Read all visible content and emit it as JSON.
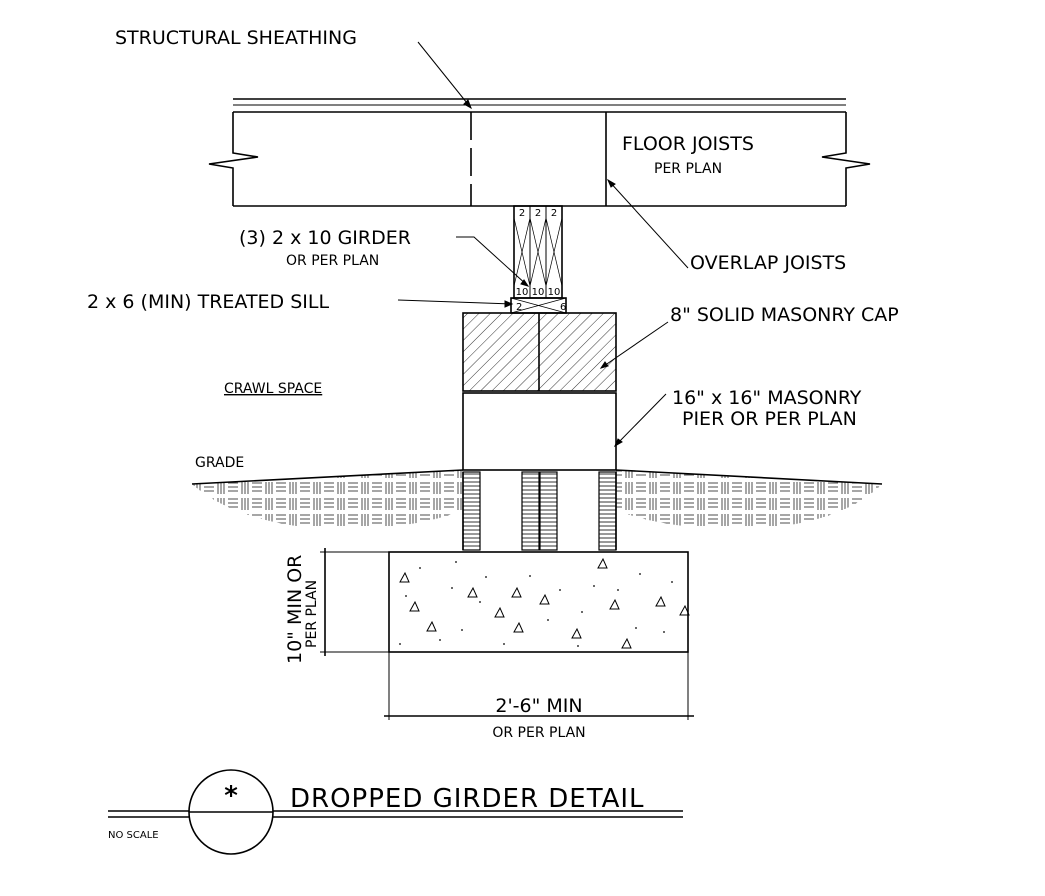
{
  "labels": {
    "structural_sheathing": "STRUCTURAL SHEATHING",
    "floor_joists": "FLOOR JOISTS",
    "floor_joists_sub": "PER PLAN",
    "girder": "(3) 2 x 10 GIRDER",
    "girder_sub": "OR PER PLAN",
    "overlap_joists": "OVERLAP JOISTS",
    "treated_sill": "2 x 6 (MIN) TREATED SILL",
    "masonry_cap": "8\" SOLID MASONRY CAP",
    "crawl_space": "CRAWL SPACE",
    "pier_line1": "16\" x 16\" MASONRY",
    "pier_line2": "PIER OR PER PLAN",
    "grade": "GRADE",
    "footing_depth_line1": "10\" MIN OR",
    "footing_depth_line2": "PER PLAN",
    "footing_width": "2'-6\" MIN",
    "footing_width_sub": "OR PER PLAN"
  },
  "lumber_marks": {
    "girder_top": [
      "2",
      "2",
      "2"
    ],
    "girder_bottom": [
      "10",
      "10",
      "10"
    ],
    "sill": [
      "2",
      "6"
    ]
  },
  "title_block": {
    "symbol": "*",
    "title": "DROPPED GIRDER DETAIL",
    "scale": "NO SCALE"
  }
}
